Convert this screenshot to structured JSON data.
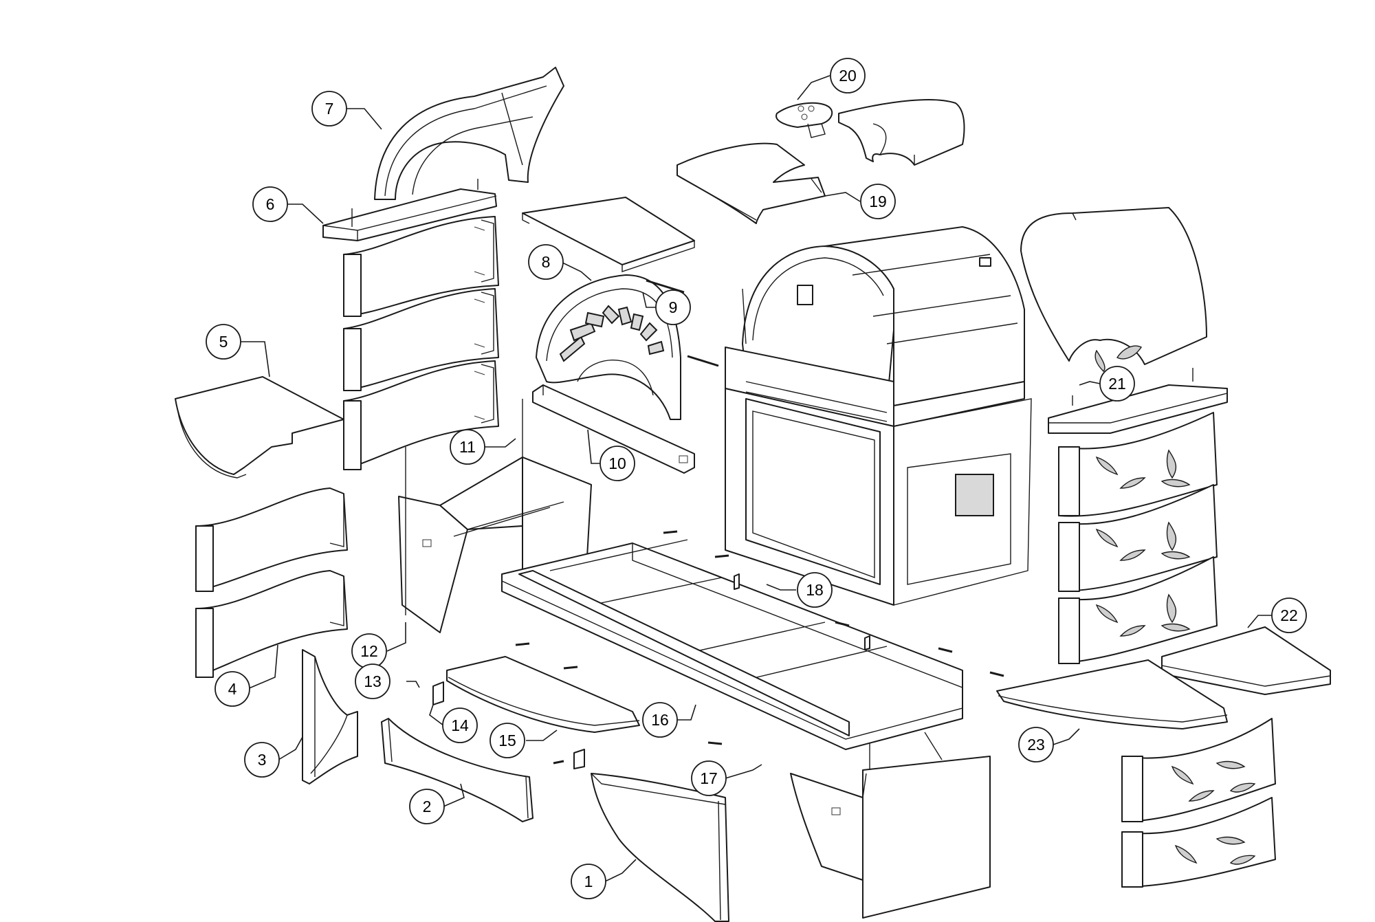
{
  "diagram": {
    "type": "exploded-parts-view",
    "callouts": [
      {
        "id": "c1",
        "label": "1"
      },
      {
        "id": "c2",
        "label": "2"
      },
      {
        "id": "c3",
        "label": "3"
      },
      {
        "id": "c4",
        "label": "4"
      },
      {
        "id": "c5",
        "label": "5"
      },
      {
        "id": "c6",
        "label": "6"
      },
      {
        "id": "c7",
        "label": "7"
      },
      {
        "id": "c8",
        "label": "8"
      },
      {
        "id": "c9",
        "label": "9"
      },
      {
        "id": "c10",
        "label": "10"
      },
      {
        "id": "c11",
        "label": "11"
      },
      {
        "id": "c12",
        "label": "12"
      },
      {
        "id": "c13",
        "label": "13"
      },
      {
        "id": "c14",
        "label": "14"
      },
      {
        "id": "c15",
        "label": "15"
      },
      {
        "id": "c16",
        "label": "16"
      },
      {
        "id": "c17",
        "label": "17"
      },
      {
        "id": "c18",
        "label": "18"
      },
      {
        "id": "c19",
        "label": "19"
      },
      {
        "id": "c20",
        "label": "20"
      },
      {
        "id": "c21",
        "label": "21"
      },
      {
        "id": "c22",
        "label": "22"
      },
      {
        "id": "c23",
        "label": "23"
      }
    ]
  }
}
